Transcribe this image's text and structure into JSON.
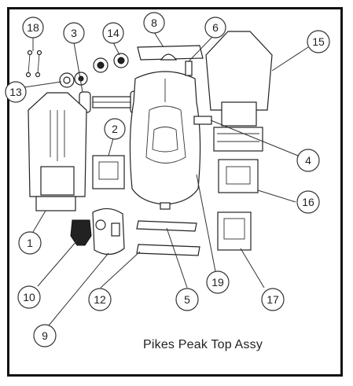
{
  "caption": "Pikes Peak Top Assy",
  "callouts": [
    {
      "label": "18"
    },
    {
      "label": "3"
    },
    {
      "label": "14"
    },
    {
      "label": "8"
    },
    {
      "label": "6"
    },
    {
      "label": "15"
    },
    {
      "label": "13"
    },
    {
      "label": "2"
    },
    {
      "label": "4"
    },
    {
      "label": "16"
    },
    {
      "label": "1"
    },
    {
      "label": "10"
    },
    {
      "label": "12"
    },
    {
      "label": "5"
    },
    {
      "label": "19"
    },
    {
      "label": "17"
    },
    {
      "label": "9"
    }
  ]
}
